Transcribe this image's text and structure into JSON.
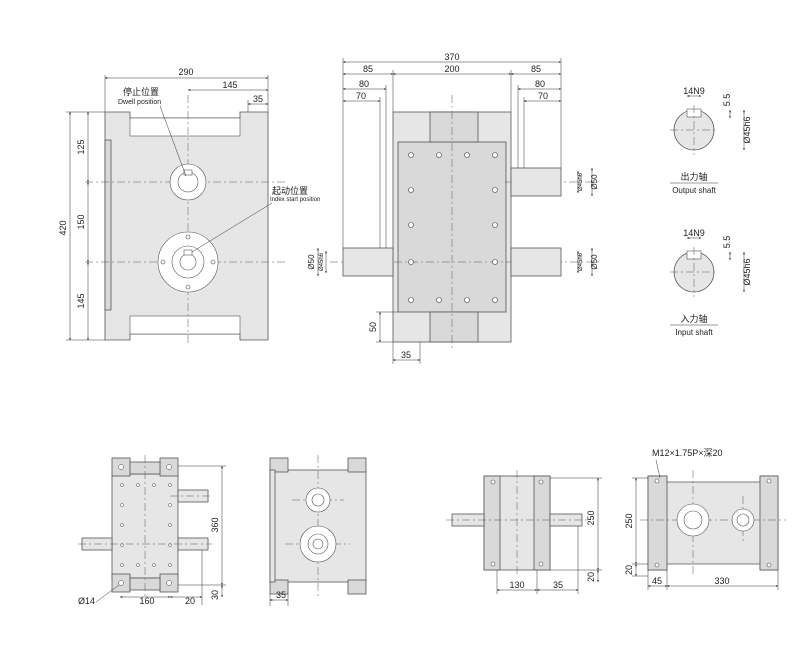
{
  "front_view": {
    "dims": {
      "width_total": "290",
      "width_half": "145",
      "width_edge": "35",
      "height_total": "420",
      "height_top": "125",
      "height_mid": "150",
      "height_bottom": "145"
    },
    "labels": {
      "dwell_cn": "停止位置",
      "dwell_en": "Dwell position",
      "index_cn": "起动位置",
      "index_en": "Index start position"
    }
  },
  "side_view": {
    "dims": {
      "total": "370",
      "left": "85",
      "center": "200",
      "right": "85",
      "left_80": "80",
      "left_70": "70",
      "right_80": "80",
      "right_70": "70",
      "foot_h": "50",
      "foot_w": "35",
      "in_dia": "Ø50",
      "in_fit": "Ø45h6",
      "out_dia_top": "Ø50",
      "out_fit_top": "Ø45h6",
      "out_dia_bot": "Ø50",
      "out_fit_bot": "Ø45h6"
    }
  },
  "output_shaft": {
    "keyway": "14N9",
    "depth": "5.5",
    "fit": "Ø45h6",
    "label_cn": "出力轴",
    "label_en": "Output shaft"
  },
  "input_shaft": {
    "keyway": "14N9",
    "depth": "5.5",
    "fit": "Ø45h6",
    "label_cn": "入力轴",
    "label_en": "Input shaft"
  },
  "bottom_views": {
    "v1": {
      "hole": "Ø14",
      "w160": "160",
      "w20": "20",
      "h360": "360",
      "h30": "30"
    },
    "v2": {
      "w35": "35"
    },
    "v3": {
      "h250": "250",
      "w130": "130",
      "w35": "35",
      "h20": "20"
    },
    "v4": {
      "thread": "M12×1.75P×深20",
      "h250": "250",
      "h20": "20",
      "w45": "45",
      "w330": "330"
    }
  }
}
